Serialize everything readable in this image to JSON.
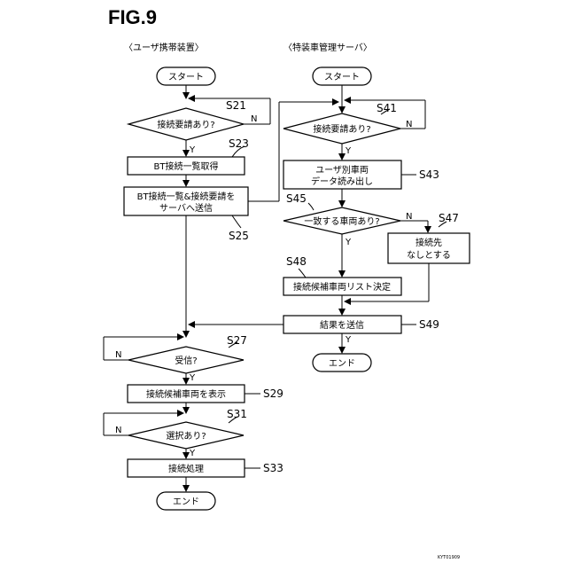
{
  "figure": {
    "title": "FIG.9",
    "doc_id": "KYT01909",
    "lanes": {
      "user": "〈ユーザ携帯装置〉",
      "server": "〈特装車管理サーバ〉"
    }
  },
  "user": {
    "start": "スタート",
    "s21": {
      "step": "S21",
      "text": "接続要請あり?",
      "no": "N",
      "yes": "Y"
    },
    "s23": {
      "step": "S23",
      "text": "BT接続一覧取得"
    },
    "s25": {
      "step": "S25",
      "line1": "BT接続一覧&接続要請を",
      "line2": "サーバへ送信"
    },
    "s27": {
      "step": "S27",
      "text": "受信?",
      "no": "N",
      "yes": "Y"
    },
    "s29": {
      "step": "S29",
      "text": "接続候補車両を表示"
    },
    "s31": {
      "step": "S31",
      "text": "選択あり?",
      "no": "N",
      "yes": "Y"
    },
    "s33": {
      "step": "S33",
      "text": "接続処理"
    },
    "end": "エンド"
  },
  "server": {
    "start": "スタート",
    "s41": {
      "step": "S41",
      "text": "接続要請あり?",
      "no": "N",
      "yes": "Y"
    },
    "s43": {
      "step": "S43",
      "line1": "ユーザ別車両",
      "line2": "データ読み出し"
    },
    "s45": {
      "step": "S45",
      "text": "一致する車両あり?",
      "no": "N",
      "yes": "Y"
    },
    "s47": {
      "step": "S47",
      "line1": "接続先",
      "line2": "なしとする"
    },
    "s48": {
      "step": "S48",
      "text": "接続候補車両リスト決定"
    },
    "s49": {
      "step": "S49",
      "text": "結果を送信",
      "yes": "Y"
    },
    "end": "エンド"
  }
}
